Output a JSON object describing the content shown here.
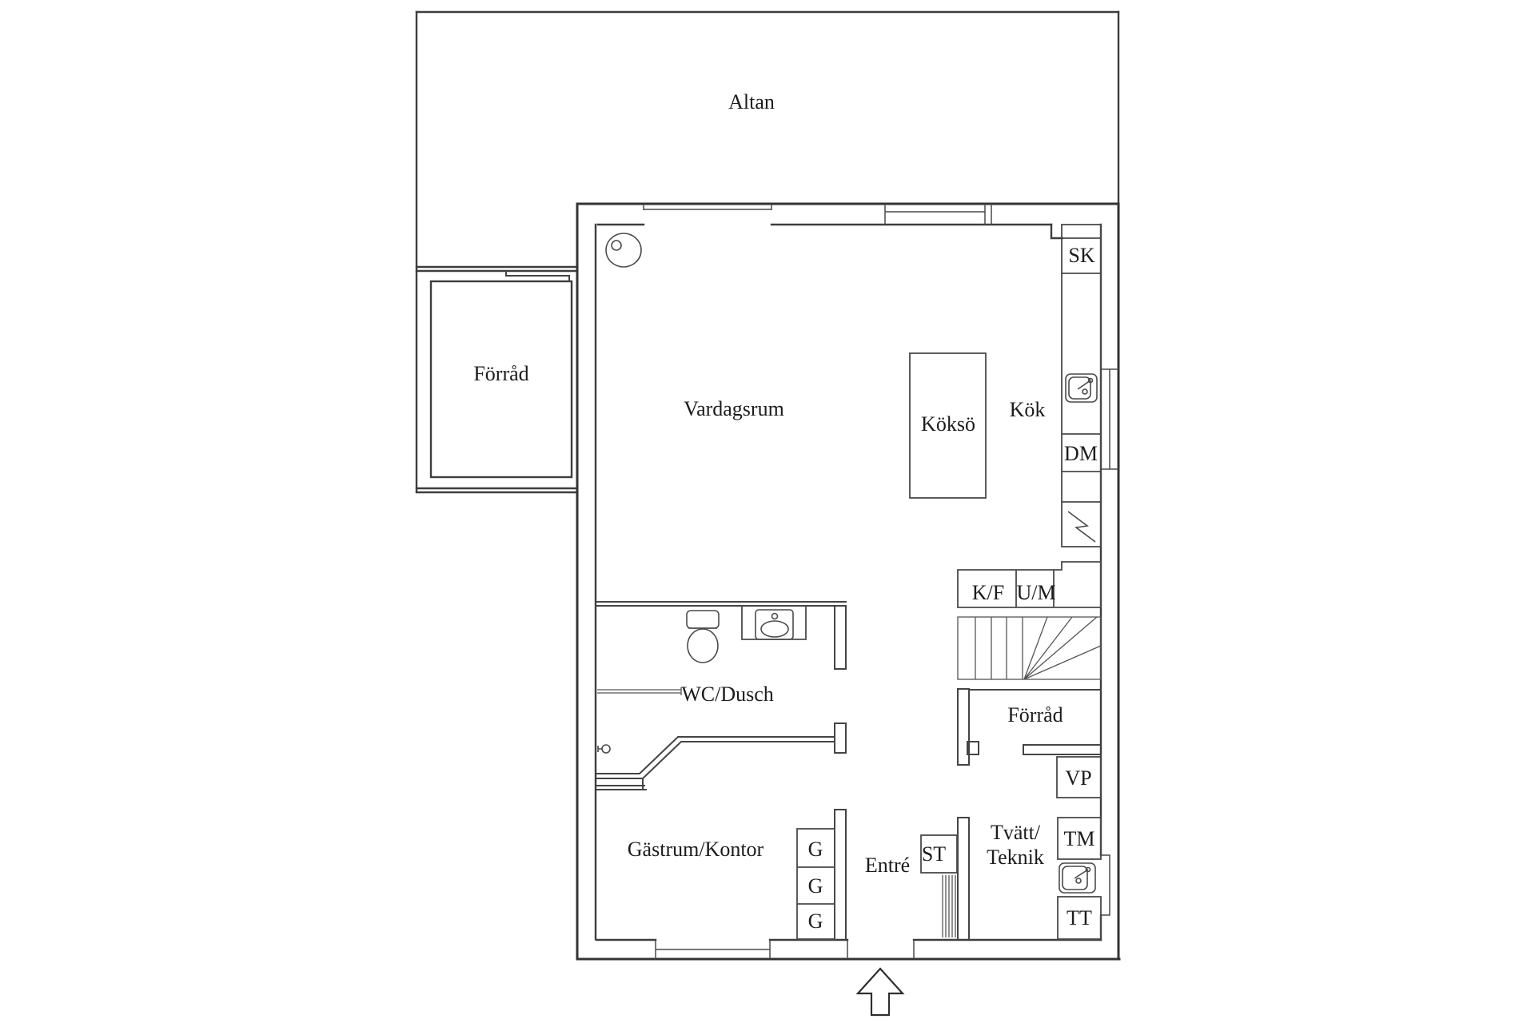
{
  "labels": {
    "altan": "Altan",
    "forrad_annex": "Förråd",
    "vardagsrum": "Vardagsrum",
    "kokso": "Köksö",
    "kok": "Kök",
    "sk": "SK",
    "dm": "DM",
    "kf": "K/F",
    "um": "U/M",
    "forrad": "Förråd",
    "vp": "VP",
    "tm": "TM",
    "tt": "TT",
    "wc_dusch": "WC/Dusch",
    "gastrum_kontor": "Gästrum/Kontor",
    "g1": "G",
    "g2": "G",
    "g3": "G",
    "entre": "Entré",
    "st": "ST",
    "tvatt": "Tvätt/",
    "teknik": "Teknik"
  },
  "icons": {
    "ceiling_lamp": "lamp-icon",
    "toilet": "toilet-icon",
    "bath_sink": "sink-icon",
    "kitchen_sink": "sink-icon",
    "laundry_sink": "sink-icon",
    "electrical": "lightning-icon",
    "radiator": "radiator-grille-icon",
    "shower_mixer": "mixer-icon",
    "entrance_arrow": "entrance-arrow-icon"
  },
  "colors": {
    "wall_line": "#3a3a3a",
    "text": "#1c1c1c",
    "background": "#ffffff"
  }
}
